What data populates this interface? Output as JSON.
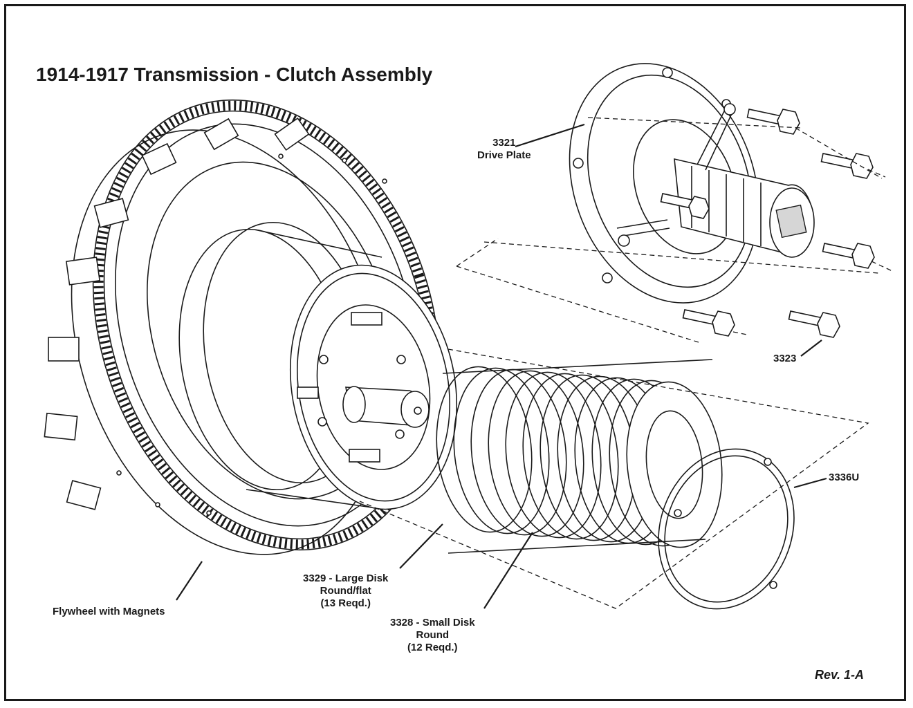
{
  "title": "1914-1917 Transmission - Clutch Assembly",
  "revision": "Rev. 1-A",
  "labels": {
    "drive_plate": {
      "part": "3321",
      "name": "Drive Plate"
    },
    "bolt": {
      "part": "3323"
    },
    "ring": {
      "part": "3336U"
    },
    "large_disk": {
      "line1": "3329 - Large Disk",
      "line2": "Round/flat",
      "line3": "(13 Reqd.)"
    },
    "small_disk": {
      "line1": "3328 - Small Disk",
      "line2": "Round",
      "line3": "(12 Reqd.)"
    },
    "flywheel": {
      "name": "Flywheel with Magnets"
    }
  }
}
